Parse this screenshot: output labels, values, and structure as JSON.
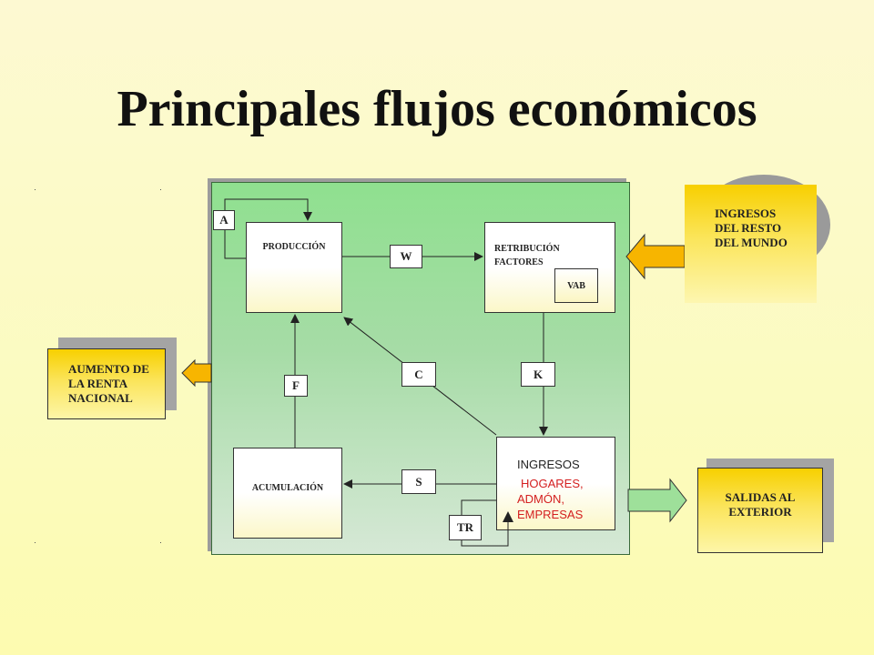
{
  "title": "Principales flujos económicos",
  "nodes": {
    "produccion": "PRODUCCIÓN",
    "retribucion_line1": "RETRIBUCIÓN",
    "retribucion_line2": "FACTORES",
    "vab": "VAB",
    "acumulacion": "ACUMULACIÓN",
    "ingresos_title": "INGRESOS",
    "ingresos_line1": "HOGARES,",
    "ingresos_line2": "ADMÓN,",
    "ingresos_line3": "EMPRESAS",
    "resto_line1": "INGRESOS",
    "resto_line2": "DEL RESTO",
    "resto_line3": "DEL MUNDO",
    "aumento_line1": "AUMENTO DE",
    "aumento_line2": "LA RENTA",
    "aumento_line3": "NACIONAL",
    "salidas_line1": "SALIDAS AL",
    "salidas_line2": "EXTERIOR"
  },
  "flow_labels": {
    "a": "A",
    "w": "W",
    "c": "C",
    "k": "K",
    "f": "F",
    "s": "S",
    "tr": "TR"
  },
  "colors": {
    "ingresos_detail_text": "#d42020"
  }
}
